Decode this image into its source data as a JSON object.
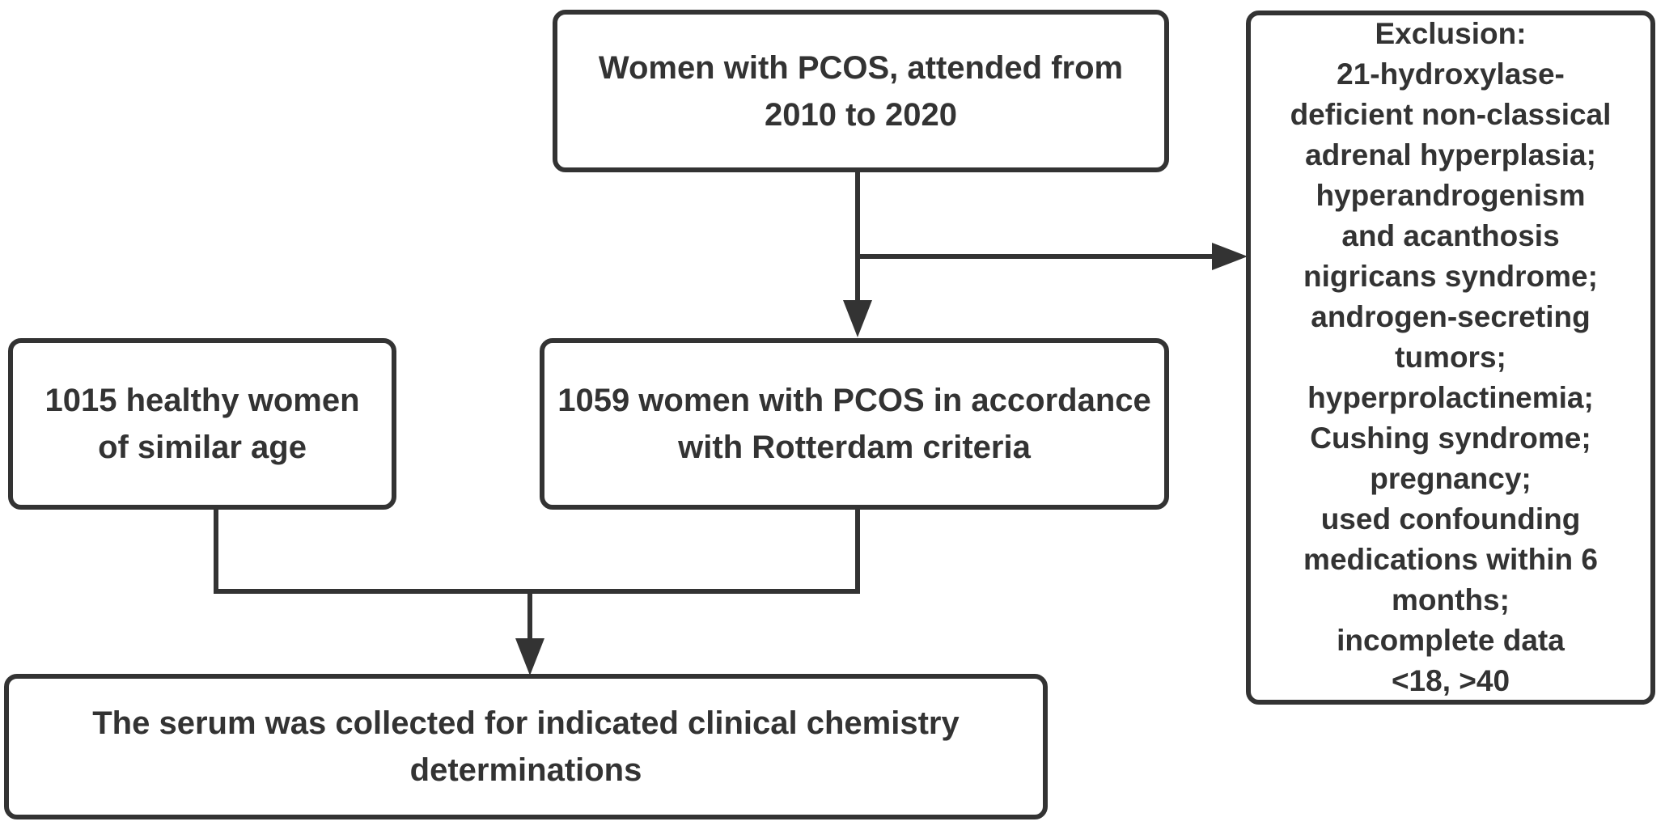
{
  "colors": {
    "background": "#ffffff",
    "stroke": "#333333",
    "text": "#333333"
  },
  "diagram": {
    "type": "flowchart",
    "title": "PCOS study recruitment flow",
    "nodes": {
      "women_with_pcos": {
        "text": "Women with PCOS,  attended from\n2010 to 2020"
      },
      "healthy_women": {
        "text": "1015 healthy women\nof similar age"
      },
      "pcos_rotterdam": {
        "text": "1059 women with PCOS in accordance\nwith Rotterdam criteria"
      },
      "exclusion": {
        "text": "Exclusion:\n21-hydroxylase-\ndeficient non-classical\nadrenal hyperplasia;\nhyperandrogenism\nand acanthosis\nnigricans syndrome;\nandrogen-secreting\ntumors;\nhyperprolactinemia;\nCushing syndrome;\npregnancy;\nused confounding\nmedications within 6\nmonths;\nincomplete data\n<18, >40"
      },
      "serum": {
        "text": "The serum was collected for indicated clinical chemistry\ndeterminations"
      }
    },
    "edges": [
      {
        "from": "women_with_pcos",
        "to": "pcos_rotterdam",
        "style": "arrow-down"
      },
      {
        "from": "women_with_pcos",
        "to": "exclusion",
        "style": "arrow-right-branch"
      },
      {
        "from": "healthy_women",
        "to": "serum",
        "style": "merge-arrow-down"
      },
      {
        "from": "pcos_rotterdam",
        "to": "serum",
        "style": "merge-arrow-down"
      }
    ]
  }
}
